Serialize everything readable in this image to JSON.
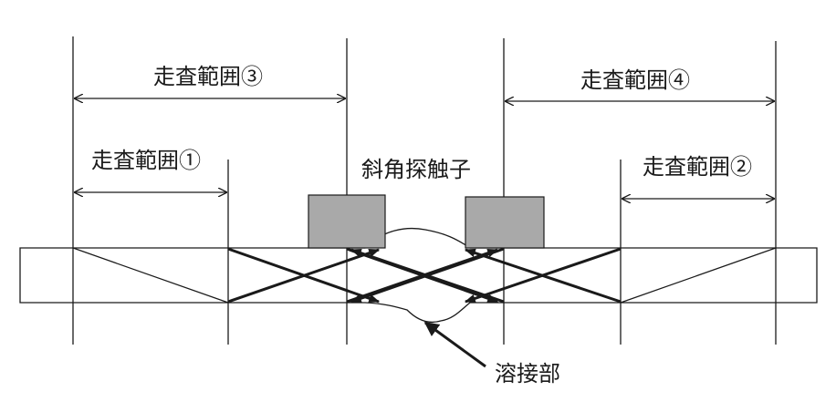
{
  "labels": {
    "range1": "走査範囲①",
    "range2": "走査範囲②",
    "range3": "走査範囲③",
    "range4": "走査範囲④",
    "probe": "斜角探触子",
    "weld": "溶接部"
  },
  "colors": {
    "line": "#1a1a1a",
    "probe_fill": "#a9a9a9",
    "background": "#ffffff"
  }
}
